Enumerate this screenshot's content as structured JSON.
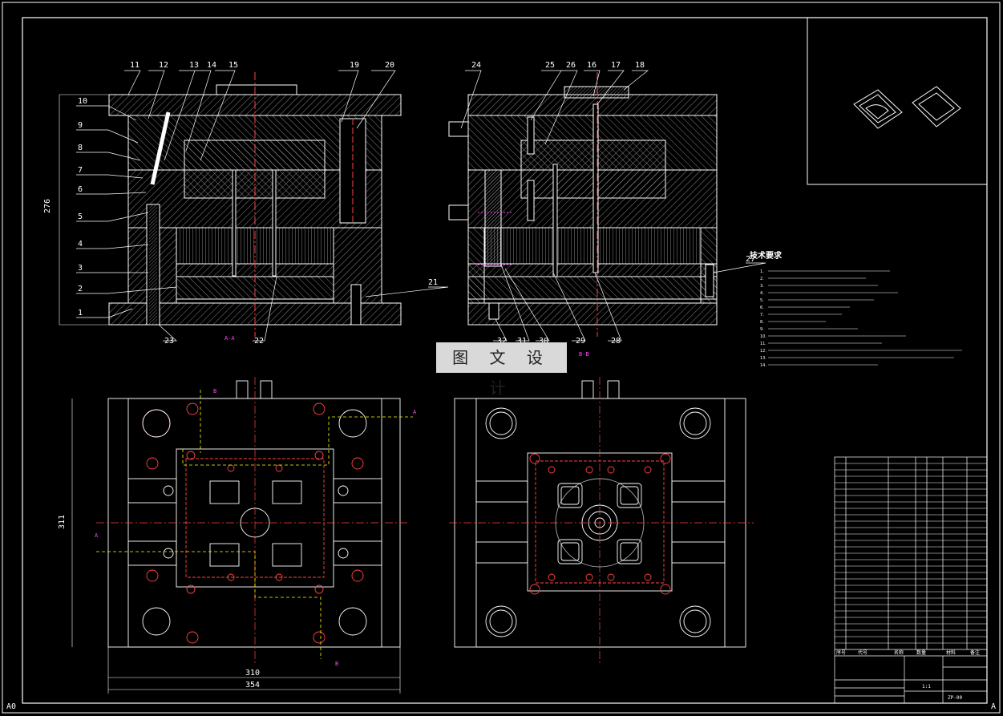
{
  "sheet": {
    "size_mark_left": "A0",
    "size_mark_right": "A"
  },
  "left_section": {
    "view_label": "A-A",
    "overall_height_dim": "276",
    "callouts_top": [
      "11",
      "12",
      "13",
      "14",
      "15",
      "19",
      "20"
    ],
    "callouts_left": [
      "10",
      "9",
      "8",
      "7",
      "6",
      "5",
      "4",
      "3",
      "2",
      "1"
    ],
    "callouts_bottom": [
      "23",
      "22"
    ],
    "callout_right": "21"
  },
  "right_section": {
    "view_label": "B-B",
    "callouts_top": [
      "24",
      "25",
      "26",
      "16",
      "17",
      "18"
    ],
    "callouts_bottom": [
      "32",
      "31",
      "30",
      "29",
      "28"
    ],
    "callout_right": "27"
  },
  "watermark": "图 文 设 计",
  "technical_requirements": {
    "title": "技术要求",
    "lines": [
      "1.",
      "2.",
      "3.",
      "4.",
      "5.",
      "6.",
      "7.",
      "8.",
      "9.",
      "10.",
      "11.",
      "12.",
      "13.",
      "14."
    ]
  },
  "plan_left": {
    "width_dim_inner": "310",
    "width_dim_outer": "354",
    "height_dim": "311",
    "section_marks": [
      "A",
      "A",
      "B",
      "B"
    ]
  },
  "plan_right": {},
  "title_block": {
    "header_cols": [
      "序号",
      "代号",
      "名称",
      "数量",
      "材料",
      "备注"
    ],
    "scale": "1:1",
    "drawing_no": "ZP-00"
  }
}
